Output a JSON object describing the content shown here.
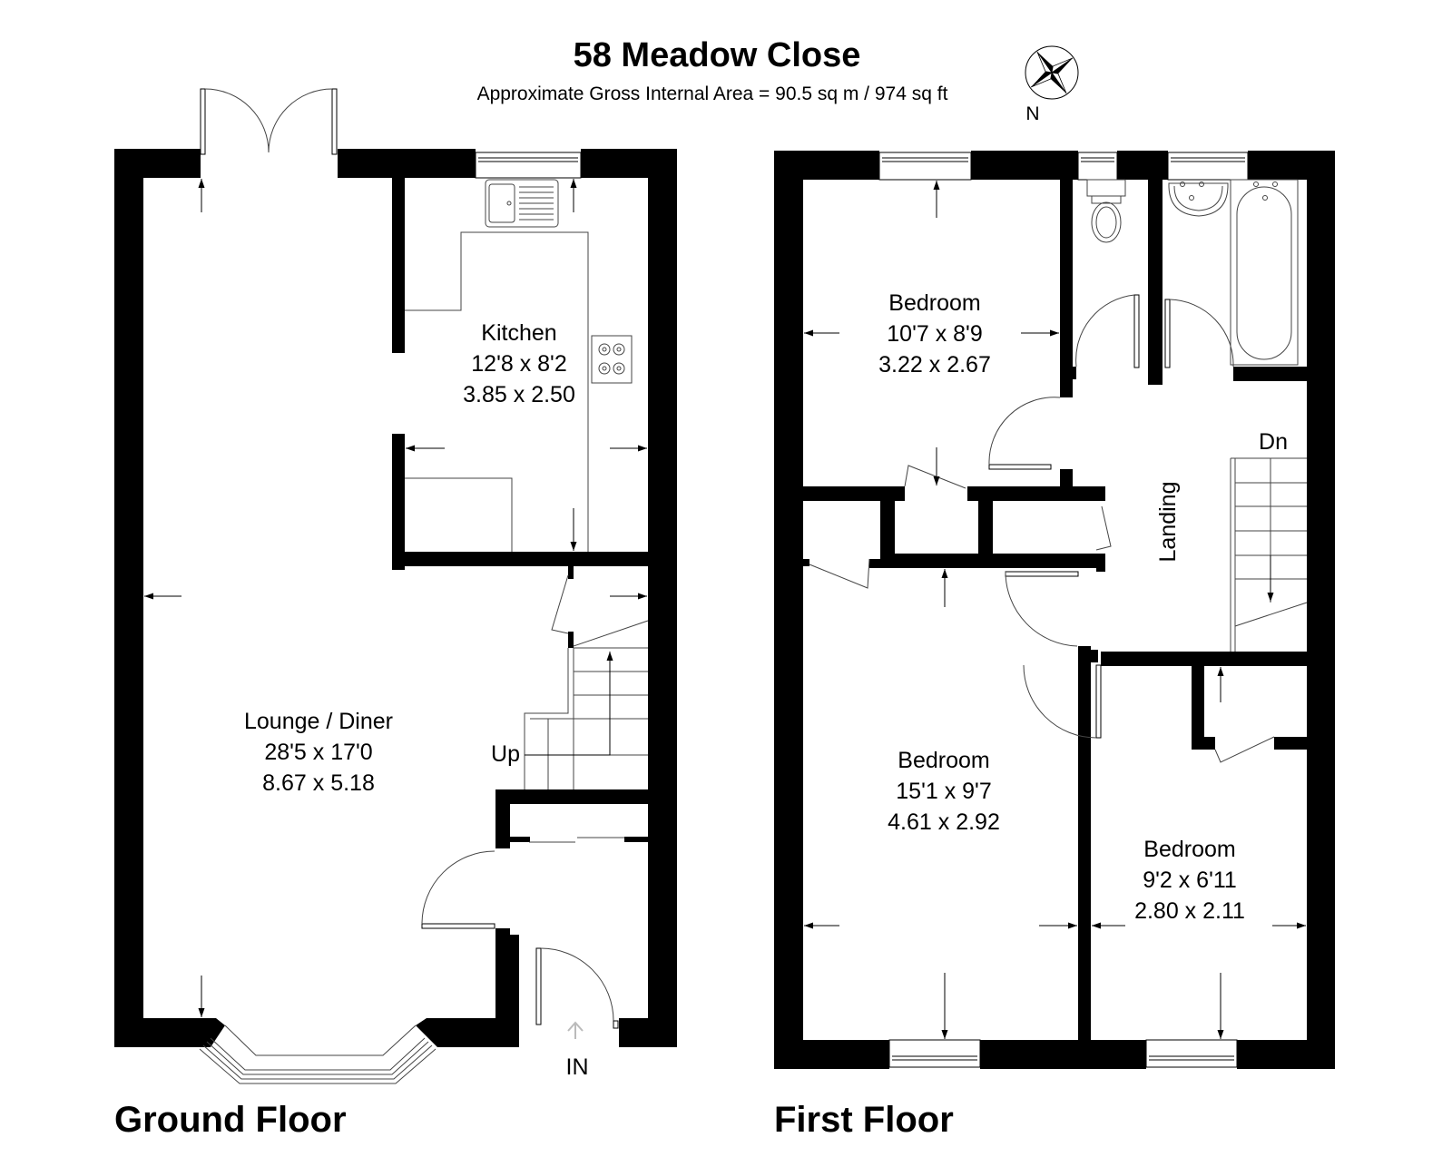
{
  "header": {
    "title": "58 Meadow Close",
    "subtitle": "Approximate Gross Internal Area = 90.5 sq m / 974 sq ft",
    "compass_label": "N"
  },
  "ground_floor": {
    "label": "Ground Floor",
    "rooms": [
      {
        "name": "Kitchen",
        "imperial": "12'8 x 8'2",
        "metric": "3.85 x 2.50"
      },
      {
        "name": "Lounge / Diner",
        "imperial": "28'5 x 17'0",
        "metric": "8.67 x 5.18"
      }
    ],
    "stairs_label": "Up",
    "entrance_label": "IN"
  },
  "first_floor": {
    "label": "First Floor",
    "rooms": [
      {
        "name": "Bedroom",
        "imperial": "10'7 x 8'9",
        "metric": "3.22 x 2.67"
      },
      {
        "name": "Bedroom",
        "imperial": "15'1 x 9'7",
        "metric": "4.61 x 2.92"
      },
      {
        "name": "Bedroom",
        "imperial": "9'2 x 6'11",
        "metric": "2.80 x 2.11"
      }
    ],
    "landing_label": "Landing",
    "stairs_label": "Dn"
  },
  "icons": {
    "compass": "compass-rose-icon",
    "sink": "sink-icon",
    "hob": "hob-icon",
    "toilet": "toilet-icon",
    "basin": "basin-icon",
    "bath": "bath-icon"
  },
  "colors": {
    "wall": "#000000",
    "background": "#ffffff"
  }
}
